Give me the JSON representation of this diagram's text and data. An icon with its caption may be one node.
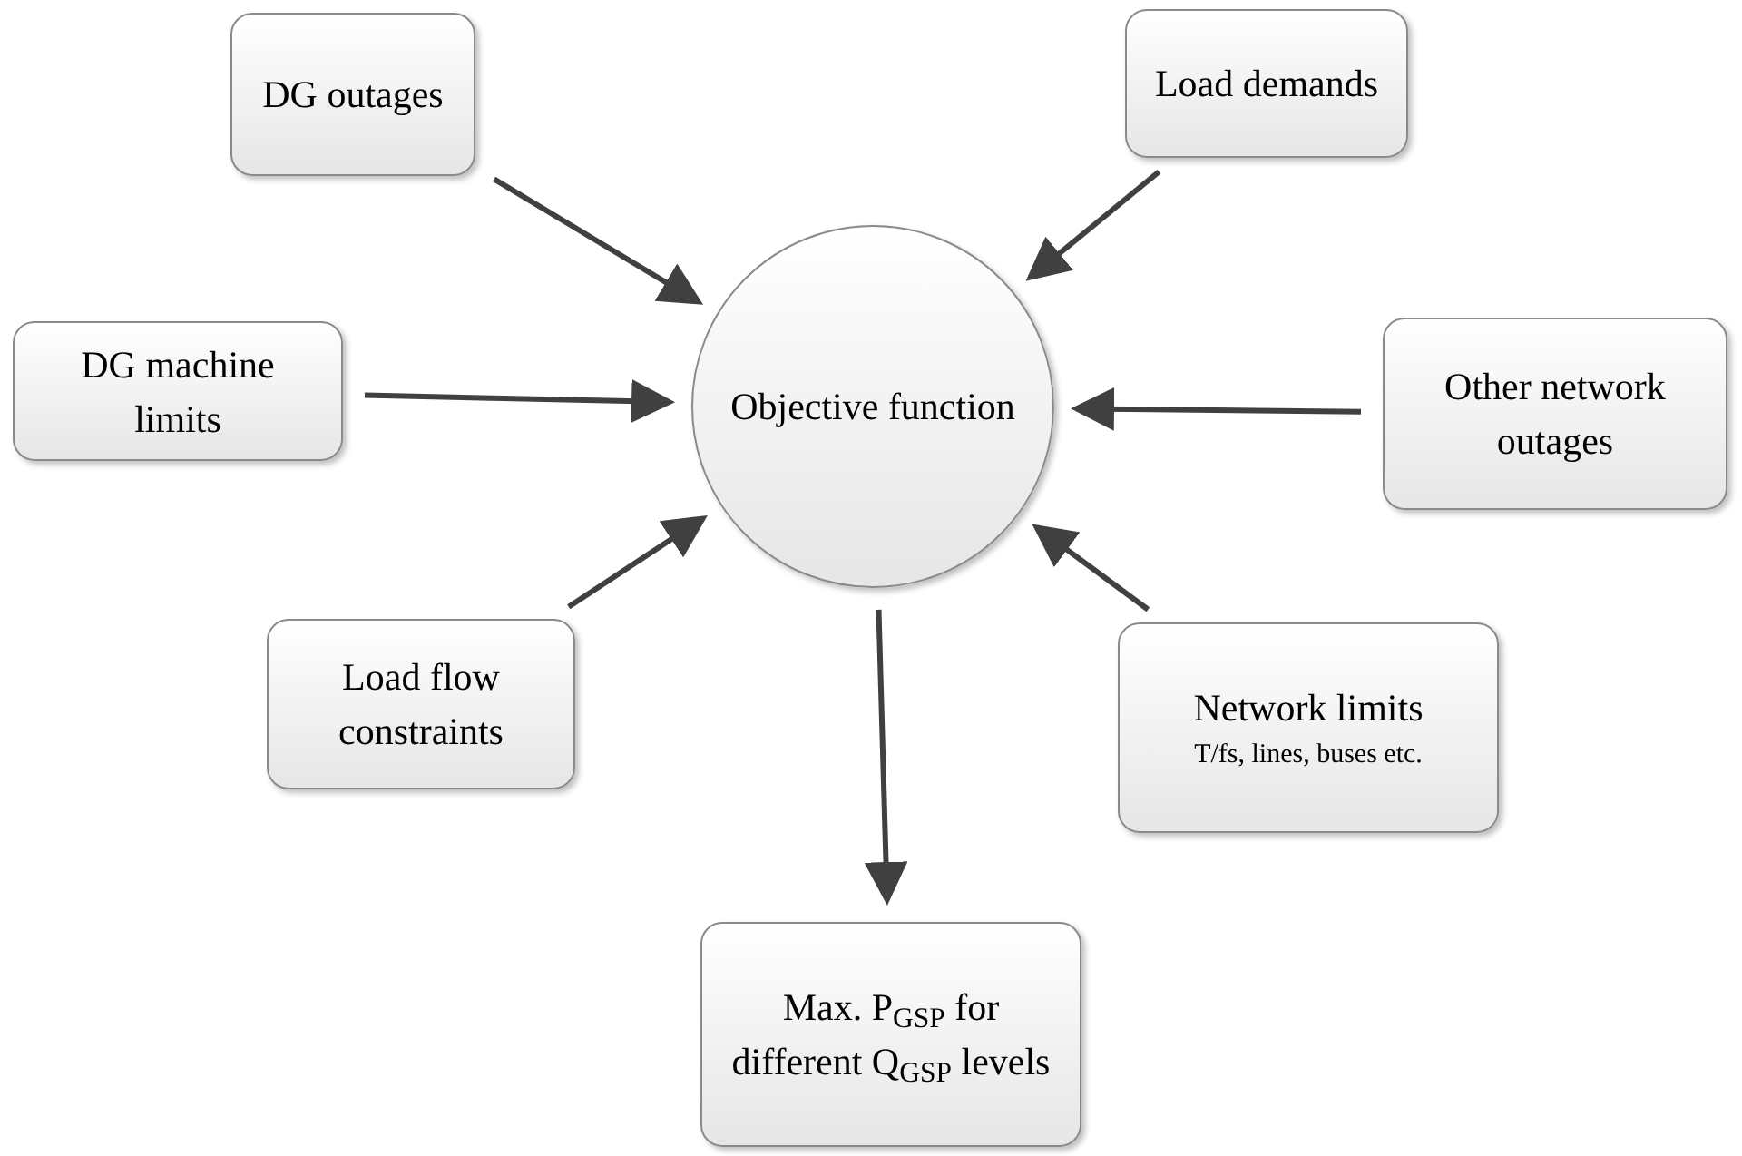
{
  "diagram": {
    "nodes": [
      {
        "text": [
          "DG outages"
        ]
      },
      {
        "text": [
          "Load demands"
        ]
      },
      {
        "text": [
          "DG machine limits"
        ]
      },
      {
        "text": [
          "Objective function"
        ]
      },
      {
        "text": [
          "Other network outages"
        ]
      },
      {
        "text": [
          "Load flow constraints"
        ]
      },
      {
        "text": [
          "Network limits",
          "T/fs, lines, buses etc."
        ]
      },
      {
        "text": [
          "Max. P$_{GSP}$ for different Q$_{GSP}$ levels"
        ]
      }
    ],
    "edges": [
      {
        "from": 0,
        "to": 3,
        "arrow": "to"
      },
      {
        "from": 1,
        "to": 3,
        "arrow": "to"
      },
      {
        "from": 2,
        "to": 3,
        "arrow": "to"
      },
      {
        "from": 4,
        "to": 3,
        "arrow": "to"
      },
      {
        "from": 5,
        "to": 3,
        "arrow": "to"
      },
      {
        "from": 6,
        "to": 3,
        "arrow": "to"
      },
      {
        "from": 3,
        "to": 7,
        "arrow": "to"
      }
    ]
  }
}
